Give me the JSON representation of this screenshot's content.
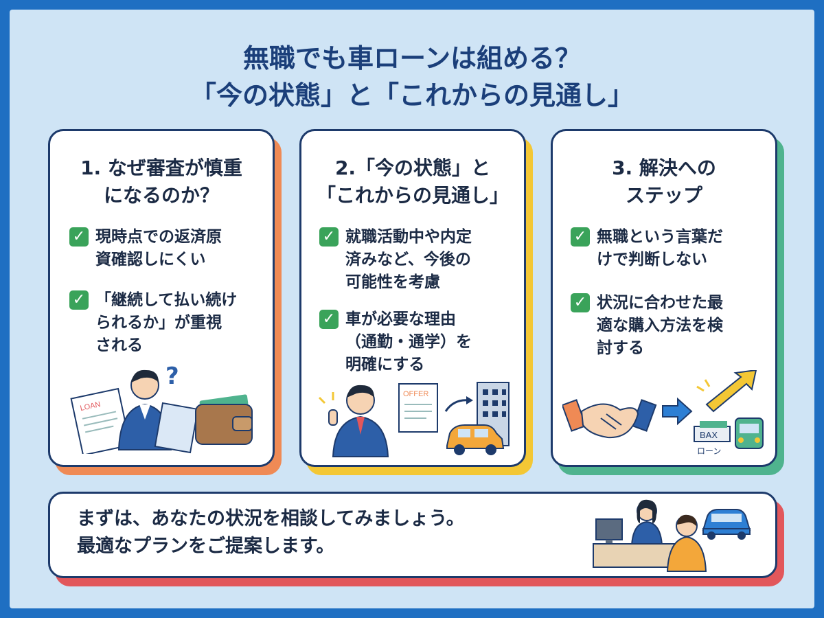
{
  "title": {
    "line1": "無職でも車ローンは組める？",
    "line2": "「今の状態」と「これからの見通し」"
  },
  "cards": [
    {
      "heading_line1": "1. なぜ審査が慎重",
      "heading_line2": "になるのか？",
      "items": [
        {
          "line1": "現時点での返済原",
          "line2": "資確認しにくい"
        },
        {
          "line1": "「継続して払い続け",
          "line2": "られるか」が重視",
          "line3": "される"
        }
      ],
      "illustration_label": "LOAN"
    },
    {
      "heading_line1": "2.「今の状態」と",
      "heading_line2": "「これからの見通し」",
      "items": [
        {
          "line1": "就職活動中や内定",
          "line2": "済みなど、今後の",
          "line3": "可能性を考慮"
        },
        {
          "line1": "車が必要な理由",
          "line2": "（通勤・通学）を",
          "line3": "明確にする"
        }
      ],
      "illustration_label": "OFFER"
    },
    {
      "heading_line1": "3. 解決への",
      "heading_line2": "ステップ",
      "items": [
        {
          "line1": "無職という言葉だ",
          "line2": "けで判断しない"
        },
        {
          "line1": "状況に合わせた最",
          "line2": "適な購入方法を検",
          "line3": "討する"
        }
      ],
      "illustration_label": "BAX",
      "illustration_label2": "ローン"
    }
  ],
  "bottom": {
    "line1": "まずは、あなたの状況を相談してみましょう。",
    "line2": "最適なプランをご提案します。"
  },
  "colors": {
    "background": "#1f6fc2",
    "panel": "#cfe4f5",
    "title": "#1b3f7a",
    "card1_accent": "#ef8a55",
    "card2_accent": "#f3c735",
    "card3_accent": "#4fb38e",
    "bottom_accent": "#e2575b",
    "check": "#3aa35a"
  }
}
